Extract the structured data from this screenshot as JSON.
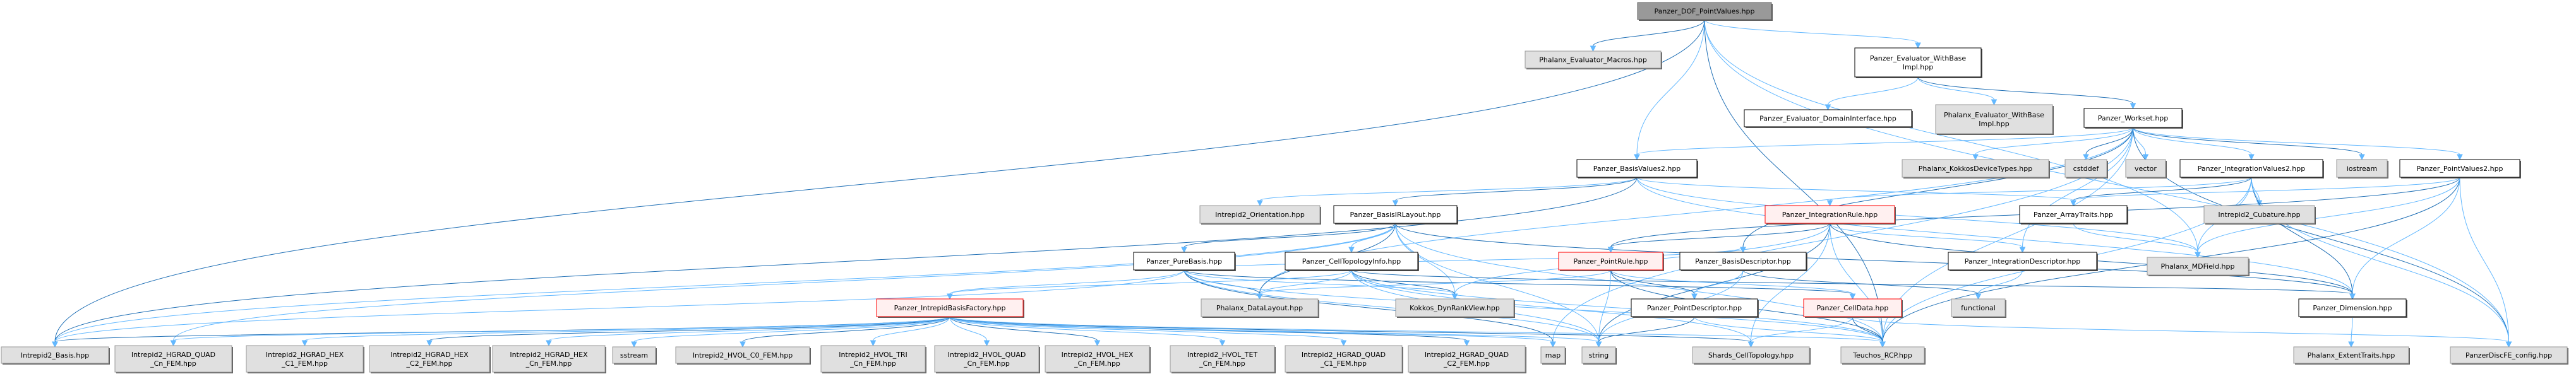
{
  "title": "Panzer_DOF_PointValues.hpp include dependency graph",
  "colors": {
    "root_fill": "#999999",
    "root_stroke": "#666666",
    "project_fill": "#ffffff",
    "project_stroke": "#000000",
    "external_fill": "#e0e0e0",
    "external_stroke": "#999999",
    "cyclic_fill": "#fff0f0",
    "cyclic_stroke": "#ff0000",
    "edge": "#63b8ff"
  },
  "nodes": [
    {
      "id": "root",
      "label": [
        "Panzer_DOF_PointValues.hpp"
      ],
      "kind": "root"
    },
    {
      "id": "macros",
      "label": [
        "Phalanx_Evaluator_Macros.hpp"
      ],
      "kind": "external"
    },
    {
      "id": "pewbi",
      "label": [
        "Panzer_Evaluator_WithBase",
        "Impl.hpp"
      ],
      "kind": "project"
    },
    {
      "id": "pedi",
      "label": [
        "Panzer_Evaluator_DomainInterface.hpp"
      ],
      "kind": "project"
    },
    {
      "id": "phewbi",
      "label": [
        "Phalanx_Evaluator_WithBase",
        "Impl.hpp"
      ],
      "kind": "external"
    },
    {
      "id": "workset",
      "label": [
        "Panzer_Workset.hpp"
      ],
      "kind": "project"
    },
    {
      "id": "bv2",
      "label": [
        "Panzer_BasisValues2.hpp"
      ],
      "kind": "project"
    },
    {
      "id": "kdt",
      "label": [
        "Phalanx_KokkosDeviceTypes.hpp"
      ],
      "kind": "external"
    },
    {
      "id": "cstddef",
      "label": [
        "cstddef"
      ],
      "kind": "external"
    },
    {
      "id": "vector",
      "label": [
        "vector"
      ],
      "kind": "external"
    },
    {
      "id": "iv2",
      "label": [
        "Panzer_IntegrationValues2.hpp"
      ],
      "kind": "project"
    },
    {
      "id": "iostream",
      "label": [
        "iostream"
      ],
      "kind": "external"
    },
    {
      "id": "pv2",
      "label": [
        "Panzer_PointValues2.hpp"
      ],
      "kind": "project"
    },
    {
      "id": "orient",
      "label": [
        "Intrepid2_Orientation.hpp"
      ],
      "kind": "external"
    },
    {
      "id": "birl",
      "label": [
        "Panzer_BasisIRLayout.hpp"
      ],
      "kind": "project"
    },
    {
      "id": "irule",
      "label": [
        "Panzer_IntegrationRule.hpp"
      ],
      "kind": "cyclic"
    },
    {
      "id": "atraits",
      "label": [
        "Panzer_ArrayTraits.hpp"
      ],
      "kind": "project"
    },
    {
      "id": "cubature",
      "label": [
        "Intrepid2_Cubature.hpp"
      ],
      "kind": "external"
    },
    {
      "id": "purebasis",
      "label": [
        "Panzer_PureBasis.hpp"
      ],
      "kind": "project"
    },
    {
      "id": "ctinfo",
      "label": [
        "Panzer_CellTopologyInfo.hpp"
      ],
      "kind": "project"
    },
    {
      "id": "prule",
      "label": [
        "Panzer_PointRule.hpp"
      ],
      "kind": "cyclic"
    },
    {
      "id": "bdesc",
      "label": [
        "Panzer_BasisDescriptor.hpp"
      ],
      "kind": "project"
    },
    {
      "id": "idesc",
      "label": [
        "Panzer_IntegrationDescriptor.hpp"
      ],
      "kind": "project"
    },
    {
      "id": "mdfield",
      "label": [
        "Phalanx_MDField.hpp"
      ],
      "kind": "external"
    },
    {
      "id": "ibf",
      "label": [
        "Panzer_IntrepidBasisFactory.hpp"
      ],
      "kind": "cyclic"
    },
    {
      "id": "datalayout",
      "label": [
        "Phalanx_DataLayout.hpp"
      ],
      "kind": "external"
    },
    {
      "id": "drv",
      "label": [
        "Kokkos_DynRankView.hpp"
      ],
      "kind": "external"
    },
    {
      "id": "pdesc",
      "label": [
        "Panzer_PointDescriptor.hpp"
      ],
      "kind": "project"
    },
    {
      "id": "celldata",
      "label": [
        "Panzer_CellData.hpp"
      ],
      "kind": "cyclic"
    },
    {
      "id": "functional",
      "label": [
        "functional"
      ],
      "kind": "external"
    },
    {
      "id": "dimension",
      "label": [
        "Panzer_Dimension.hpp"
      ],
      "kind": "project"
    },
    {
      "id": "basis",
      "label": [
        "Intrepid2_Basis.hpp"
      ],
      "kind": "external"
    },
    {
      "id": "hgqcn",
      "label": [
        "Intrepid2_HGRAD_QUAD",
        "_Cn_FEM.hpp"
      ],
      "kind": "external"
    },
    {
      "id": "hghc1",
      "label": [
        "Intrepid2_HGRAD_HEX",
        "_C1_FEM.hpp"
      ],
      "kind": "external"
    },
    {
      "id": "hghc2",
      "label": [
        "Intrepid2_HGRAD_HEX",
        "_C2_FEM.hpp"
      ],
      "kind": "external"
    },
    {
      "id": "hghcn",
      "label": [
        "Intrepid2_HGRAD_HEX",
        "_Cn_FEM.hpp"
      ],
      "kind": "external"
    },
    {
      "id": "sstream",
      "label": [
        "sstream"
      ],
      "kind": "external"
    },
    {
      "id": "hvc0",
      "label": [
        "Intrepid2_HVOL_C0_FEM.hpp"
      ],
      "kind": "external"
    },
    {
      "id": "hvtri",
      "label": [
        "Intrepid2_HVOL_TRI",
        "_Cn_FEM.hpp"
      ],
      "kind": "external"
    },
    {
      "id": "hvquad",
      "label": [
        "Intrepid2_HVOL_QUAD",
        "_Cn_FEM.hpp"
      ],
      "kind": "external"
    },
    {
      "id": "hvhex",
      "label": [
        "Intrepid2_HVOL_HEX",
        "_Cn_FEM.hpp"
      ],
      "kind": "external"
    },
    {
      "id": "hvtet",
      "label": [
        "Intrepid2_HVOL_TET",
        "_Cn_FEM.hpp"
      ],
      "kind": "external"
    },
    {
      "id": "hgqc1",
      "label": [
        "Intrepid2_HGRAD_QUAD",
        "_C1_FEM.hpp"
      ],
      "kind": "external"
    },
    {
      "id": "hgqc2",
      "label": [
        "Intrepid2_HGRAD_QUAD",
        "_C2_FEM.hpp"
      ],
      "kind": "external"
    },
    {
      "id": "map",
      "label": [
        "map"
      ],
      "kind": "external"
    },
    {
      "id": "string",
      "label": [
        "string"
      ],
      "kind": "external"
    },
    {
      "id": "shards",
      "label": [
        "Shards_CellTopology.hpp"
      ],
      "kind": "external"
    },
    {
      "id": "rcp",
      "label": [
        "Teuchos_RCP.hpp"
      ],
      "kind": "external"
    },
    {
      "id": "extent",
      "label": [
        "Phalanx_ExtentTraits.hpp"
      ],
      "kind": "external"
    },
    {
      "id": "config",
      "label": [
        "PanzerDiscFE_config.hpp"
      ],
      "kind": "external"
    }
  ],
  "edges": [
    [
      "root",
      "macros"
    ],
    [
      "root",
      "pewbi"
    ],
    [
      "root",
      "bv2"
    ],
    [
      "root",
      "rcp"
    ],
    [
      "root",
      "config"
    ],
    [
      "root",
      "mdfield"
    ],
    [
      "root",
      "basis"
    ],
    [
      "pewbi",
      "pedi"
    ],
    [
      "pewbi",
      "phewbi"
    ],
    [
      "pewbi",
      "workset"
    ],
    [
      "workset",
      "bv2"
    ],
    [
      "workset",
      "kdt"
    ],
    [
      "workset",
      "cstddef"
    ],
    [
      "workset",
      "vector"
    ],
    [
      "workset",
      "iv2"
    ],
    [
      "workset",
      "iostream"
    ],
    [
      "workset",
      "pv2"
    ],
    [
      "workset",
      "rcp"
    ],
    [
      "workset",
      "config"
    ],
    [
      "workset",
      "datalayout"
    ],
    [
      "workset",
      "map"
    ],
    [
      "workset",
      "bdesc"
    ],
    [
      "workset",
      "idesc"
    ],
    [
      "bv2",
      "orient"
    ],
    [
      "bv2",
      "birl"
    ],
    [
      "bv2",
      "atraits"
    ],
    [
      "bv2",
      "mdfield"
    ],
    [
      "bv2",
      "basis"
    ],
    [
      "bv2",
      "dimension"
    ],
    [
      "iv2",
      "irule"
    ],
    [
      "iv2",
      "atraits"
    ],
    [
      "iv2",
      "cubature"
    ],
    [
      "iv2",
      "mdfield"
    ],
    [
      "iv2",
      "dimension"
    ],
    [
      "iv2",
      "rcp"
    ],
    [
      "iv2",
      "config"
    ],
    [
      "pv2",
      "prule"
    ],
    [
      "pv2",
      "atraits"
    ],
    [
      "pv2",
      "dimension"
    ],
    [
      "pv2",
      "rcp"
    ],
    [
      "pv2",
      "config"
    ],
    [
      "pv2",
      "mdfield"
    ],
    [
      "birl",
      "purebasis"
    ],
    [
      "birl",
      "ctinfo"
    ],
    [
      "birl",
      "drv"
    ],
    [
      "birl",
      "datalayout"
    ],
    [
      "birl",
      "string"
    ],
    [
      "birl",
      "rcp"
    ],
    [
      "birl",
      "dimension"
    ],
    [
      "birl",
      "hgqcn"
    ],
    [
      "birl",
      "basis"
    ],
    [
      "irule",
      "prule"
    ],
    [
      "irule",
      "idesc"
    ],
    [
      "irule",
      "drv"
    ],
    [
      "irule",
      "string"
    ],
    [
      "irule",
      "rcp"
    ],
    [
      "irule",
      "shards"
    ],
    [
      "irule",
      "dimension"
    ],
    [
      "atraits",
      "mdfield"
    ],
    [
      "purebasis",
      "ibf"
    ],
    [
      "purebasis",
      "datalayout"
    ],
    [
      "purebasis",
      "drv"
    ],
    [
      "purebasis",
      "string"
    ],
    [
      "purebasis",
      "map"
    ],
    [
      "purebasis",
      "rcp"
    ],
    [
      "purebasis",
      "bdesc"
    ],
    [
      "purebasis",
      "celldata"
    ],
    [
      "purebasis",
      "basis"
    ],
    [
      "ctinfo",
      "datalayout"
    ],
    [
      "ctinfo",
      "drv"
    ],
    [
      "ctinfo",
      "shards"
    ],
    [
      "ctinfo",
      "rcp"
    ],
    [
      "ctinfo",
      "dimension"
    ],
    [
      "ctinfo",
      "string"
    ],
    [
      "ctinfo",
      "ibf"
    ],
    [
      "prule",
      "pdesc"
    ],
    [
      "prule",
      "datalayout"
    ],
    [
      "prule",
      "string"
    ],
    [
      "prule",
      "rcp"
    ],
    [
      "prule",
      "celldata"
    ],
    [
      "bdesc",
      "pdesc"
    ],
    [
      "bdesc",
      "functional"
    ],
    [
      "bdesc",
      "string"
    ],
    [
      "idesc",
      "functional"
    ],
    [
      "pdesc",
      "string"
    ],
    [
      "pdesc",
      "rcp"
    ],
    [
      "celldata",
      "shards"
    ],
    [
      "celldata",
      "rcp"
    ],
    [
      "celldata",
      "config"
    ],
    [
      "dimension",
      "extent"
    ],
    [
      "ibf",
      "basis"
    ],
    [
      "ibf",
      "hgqcn"
    ],
    [
      "ibf",
      "hghc1"
    ],
    [
      "ibf",
      "hghc2"
    ],
    [
      "ibf",
      "hghcn"
    ],
    [
      "ibf",
      "sstream"
    ],
    [
      "ibf",
      "hvc0"
    ],
    [
      "ibf",
      "hvtri"
    ],
    [
      "ibf",
      "hvquad"
    ],
    [
      "ibf",
      "hvhex"
    ],
    [
      "ibf",
      "hvtet"
    ],
    [
      "ibf",
      "hgqc1"
    ],
    [
      "ibf",
      "hgqc2"
    ],
    [
      "ibf",
      "map"
    ],
    [
      "ibf",
      "string"
    ],
    [
      "ibf",
      "shards"
    ],
    [
      "ibf",
      "rcp"
    ]
  ]
}
